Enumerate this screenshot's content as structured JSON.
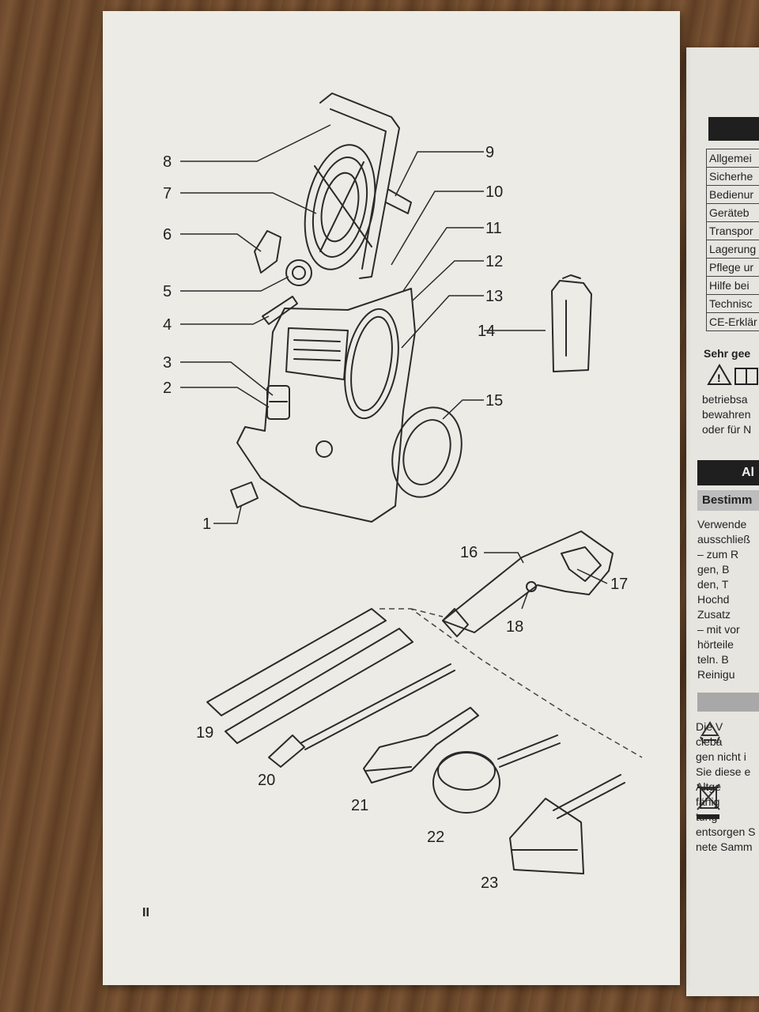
{
  "manual_page": {
    "page_number": "II",
    "callouts": [
      "1",
      "2",
      "3",
      "4",
      "5",
      "6",
      "7",
      "8",
      "9",
      "10",
      "11",
      "12",
      "13",
      "14",
      "15",
      "16",
      "17",
      "18",
      "19",
      "20",
      "21",
      "22",
      "23"
    ]
  },
  "facing_page": {
    "toc_rows": [
      "Allgemei",
      "Sicherhe",
      "Bedienur",
      "Geräteb",
      "Transpor",
      "Lagerung",
      "Pflege ur",
      "Hilfe bei",
      "Technisc",
      "CE-Erklär"
    ],
    "note_heading": "Sehr gee",
    "lines_a": [
      "betriebsa",
      "bewahren",
      "oder für N"
    ],
    "section_heading": "Al",
    "subheading": "Bestimm",
    "lines_b": [
      "Verwende",
      "ausschließ",
      "–    zum R",
      "      gen, B",
      "      den, T",
      "      Hochd",
      "      Zusatz",
      "–    mit vor",
      "      hörteile",
      "      teln. B",
      "      Reinigu"
    ],
    "lines_c": [
      "      Die V",
      "      cleba",
      "gen nicht i",
      "Sie diese e",
      "      Altge",
      "      fähig",
      "      tung",
      "entsorgen S",
      "nete Samm"
    ]
  }
}
